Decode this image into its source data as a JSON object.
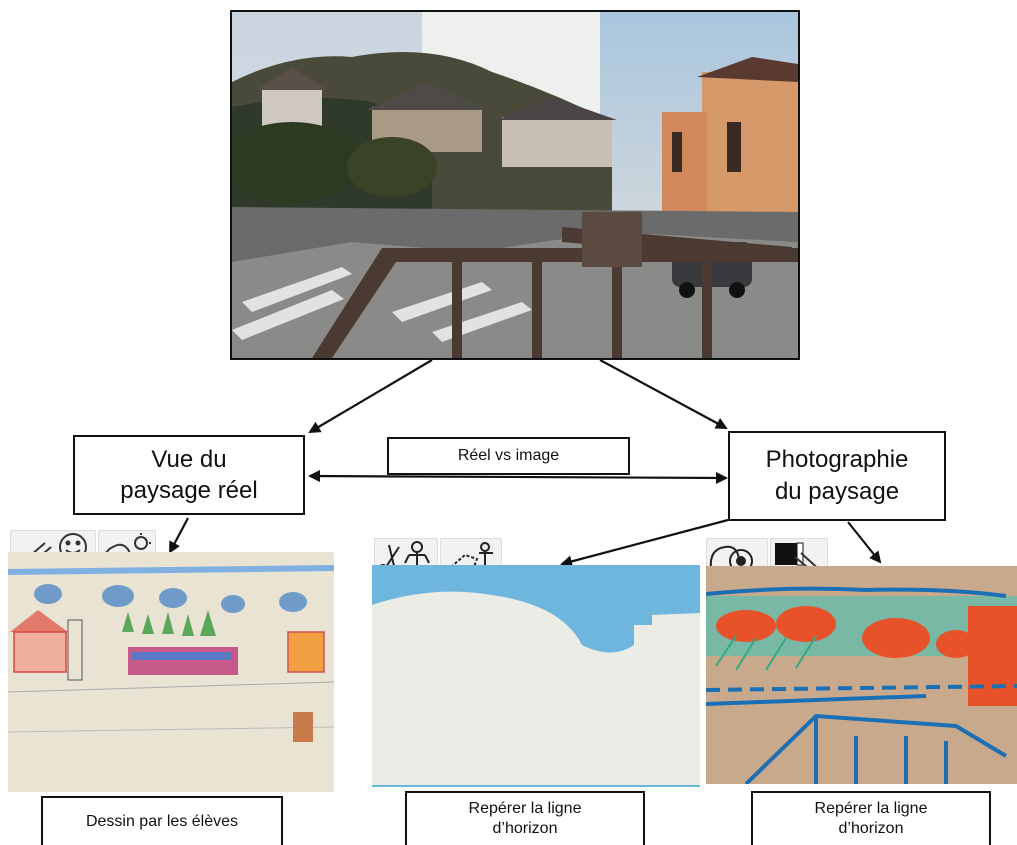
{
  "nodes": {
    "vue_reel": {
      "line1": "Vue du",
      "line2": "paysage réel"
    },
    "photographie": {
      "line1": "Photographie",
      "line2": "du paysage"
    },
    "reel_vs_image": "Réel vs image",
    "dessin_eleves": "Dessin par les élèves",
    "reperer_1": {
      "line1": "Repérer la ligne",
      "line2": "d’horizon"
    },
    "reperer_2": {
      "line1": "Repérer la ligne",
      "line2": "d’horizon"
    }
  },
  "colors": {
    "sky_blue": "#6fb6df",
    "drawing_orange": "#e8522a",
    "drawing_green": "#2faa83",
    "drawing_blue": "#1b6fb5",
    "paper": "#ece6da"
  },
  "icons": [
    "pencil-smiley-icon",
    "face-weather-icon",
    "scissors-person-icon",
    "person-cutout-icon",
    "magnifier-eye-icon",
    "contrast-pencil-icon"
  ]
}
